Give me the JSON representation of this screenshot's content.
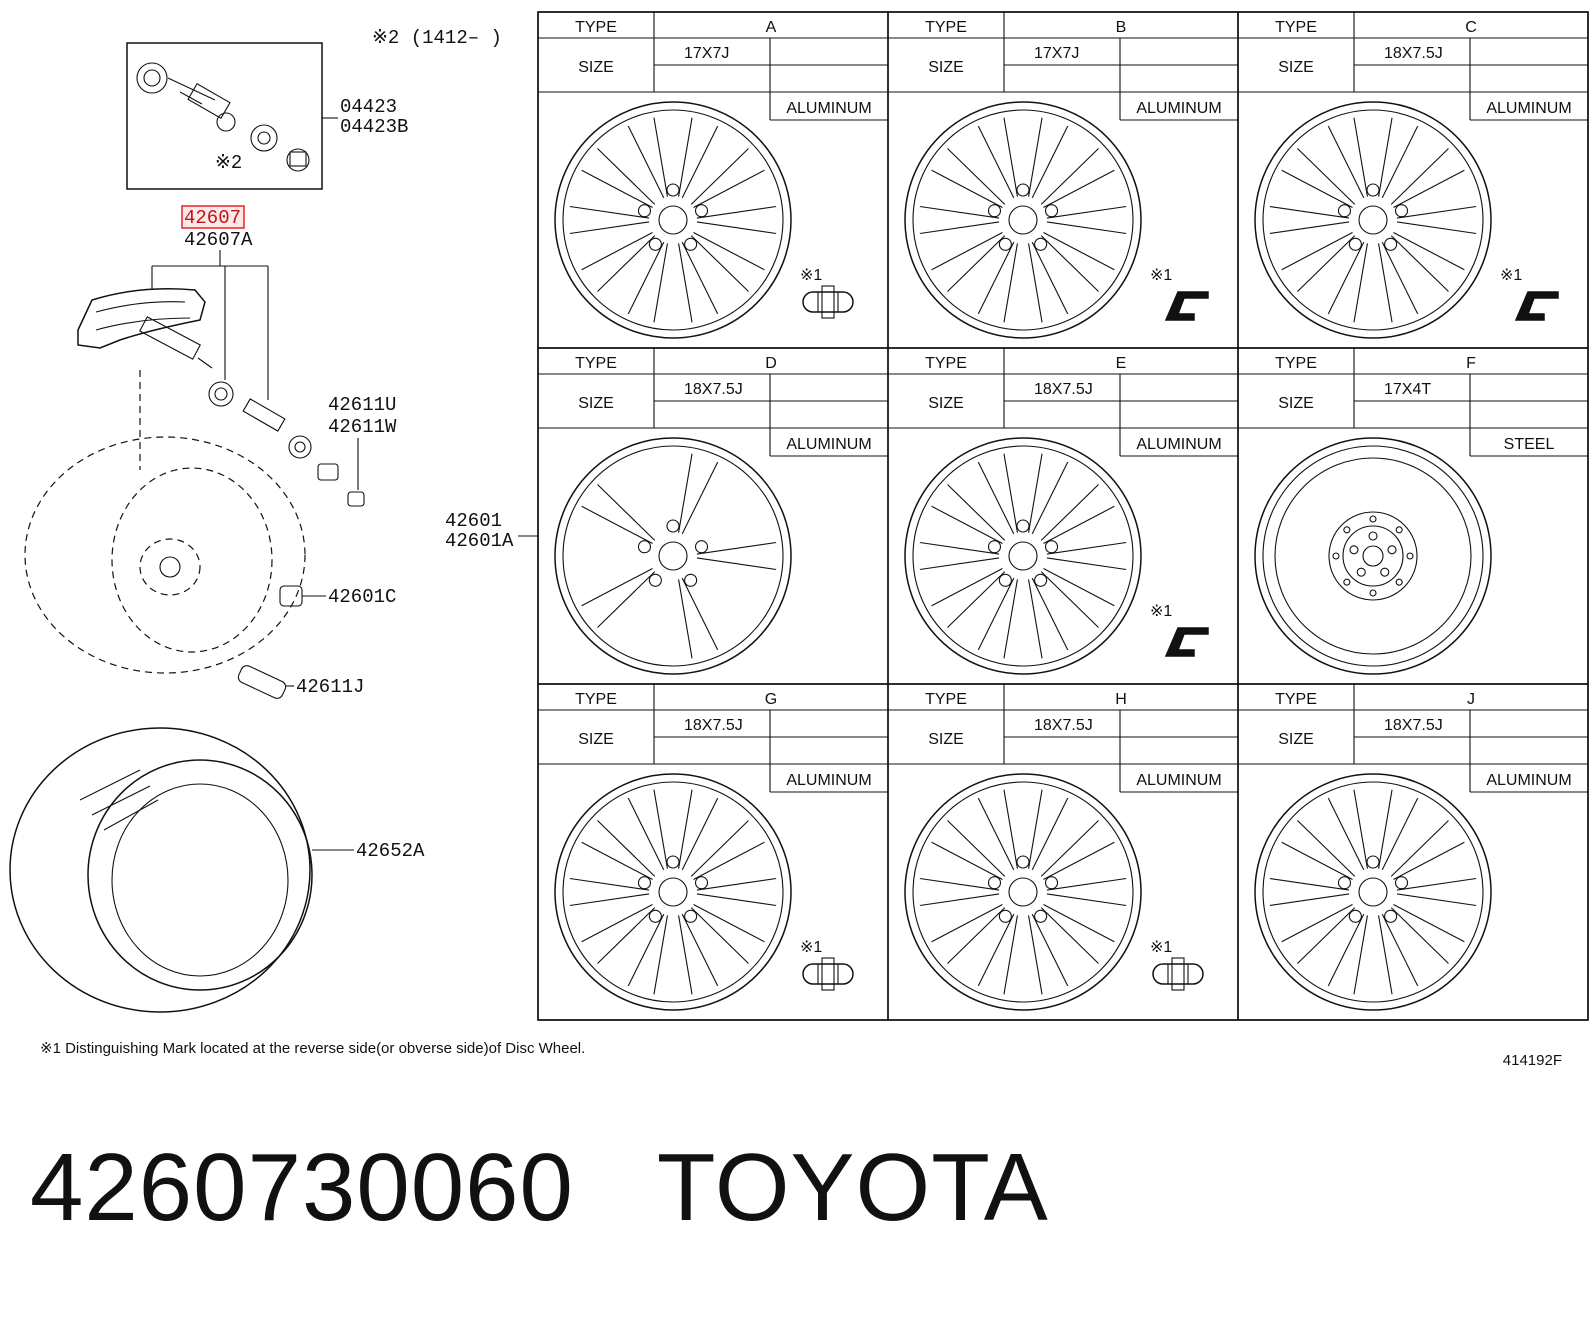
{
  "note_top": "※2 (1412–      )",
  "parts": {
    "valve_kit_a": "04423",
    "valve_kit_b": "04423B",
    "valve_mark": "※2",
    "sensor_highlighted": "42607",
    "sensor_alt": "42607A",
    "nut_u": "42611U",
    "nut_w": "42611W",
    "valve_cap": "42601C",
    "valve_j": "42611J",
    "tire": "42652A",
    "disc_wheel_a": "42601",
    "disc_wheel_b": "42601A"
  },
  "table": {
    "type_header": "TYPE",
    "size_header": "SIZE",
    "mark_label": "※1",
    "wheels": [
      {
        "type": "A",
        "size": "17X7J",
        "material": "ALUMINUM",
        "mark": true,
        "mark_shape": "pill-icon"
      },
      {
        "type": "B",
        "size": "17X7J",
        "material": "ALUMINUM",
        "mark": true,
        "mark_shape": "bracket-icon"
      },
      {
        "type": "C",
        "size": "18X7.5J",
        "material": "ALUMINUM",
        "mark": true,
        "mark_shape": "bracket-icon"
      },
      {
        "type": "D",
        "size": "18X7.5J",
        "material": "ALUMINUM",
        "mark": false,
        "mark_shape": ""
      },
      {
        "type": "E",
        "size": "18X7.5J",
        "material": "ALUMINUM",
        "mark": true,
        "mark_shape": "bracket-icon"
      },
      {
        "type": "F",
        "size": "17X4T",
        "material": "STEEL",
        "mark": false,
        "mark_shape": ""
      },
      {
        "type": "G",
        "size": "18X7.5J",
        "material": "ALUMINUM",
        "mark": true,
        "mark_shape": "pill-icon"
      },
      {
        "type": "H",
        "size": "18X7.5J",
        "material": "ALUMINUM",
        "mark": true,
        "mark_shape": "pill-icon"
      },
      {
        "type": "J",
        "size": "18X7.5J",
        "material": "ALUMINUM",
        "mark": false,
        "mark_shape": ""
      }
    ]
  },
  "footnote": "※1 Distinguishing Mark located at the reverse side(or obverse side)of Disc Wheel.",
  "figure_code": "414192F",
  "part_number": "4260730060",
  "brand": "TOYOTA",
  "colors": {
    "highlight_border": "#e0262c",
    "highlight_fill": "#fde8e8"
  }
}
